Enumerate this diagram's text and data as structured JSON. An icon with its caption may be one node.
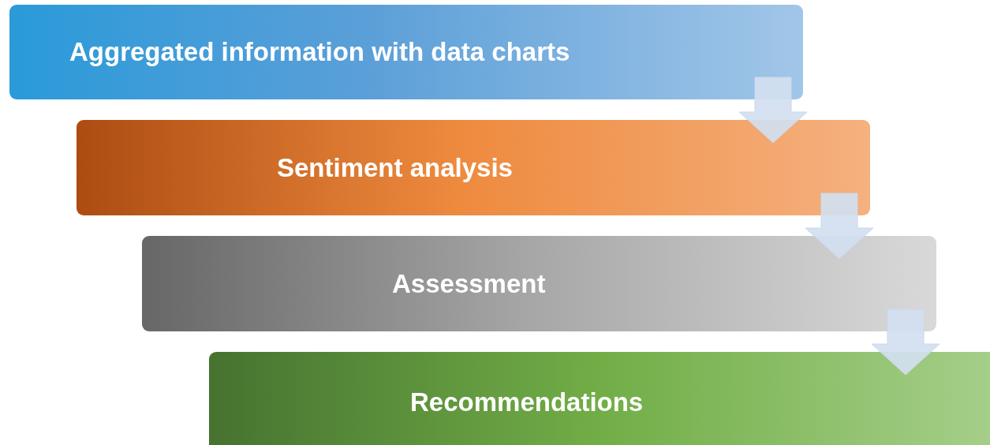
{
  "diagram": {
    "nodes": [
      {
        "text": [
          "Aggregated information with data charts"
        ]
      },
      {
        "text": [
          "Sentiment analysis"
        ]
      },
      {
        "text": [
          "Assessment"
        ]
      },
      {
        "text": [
          "Recommendations"
        ]
      }
    ],
    "edges": [
      {
        "from": 0,
        "to": 1,
        "arrow": "to"
      },
      {
        "from": 1,
        "to": 2,
        "arrow": "to"
      },
      {
        "from": 2,
        "to": 3,
        "arrow": "to"
      }
    ]
  }
}
